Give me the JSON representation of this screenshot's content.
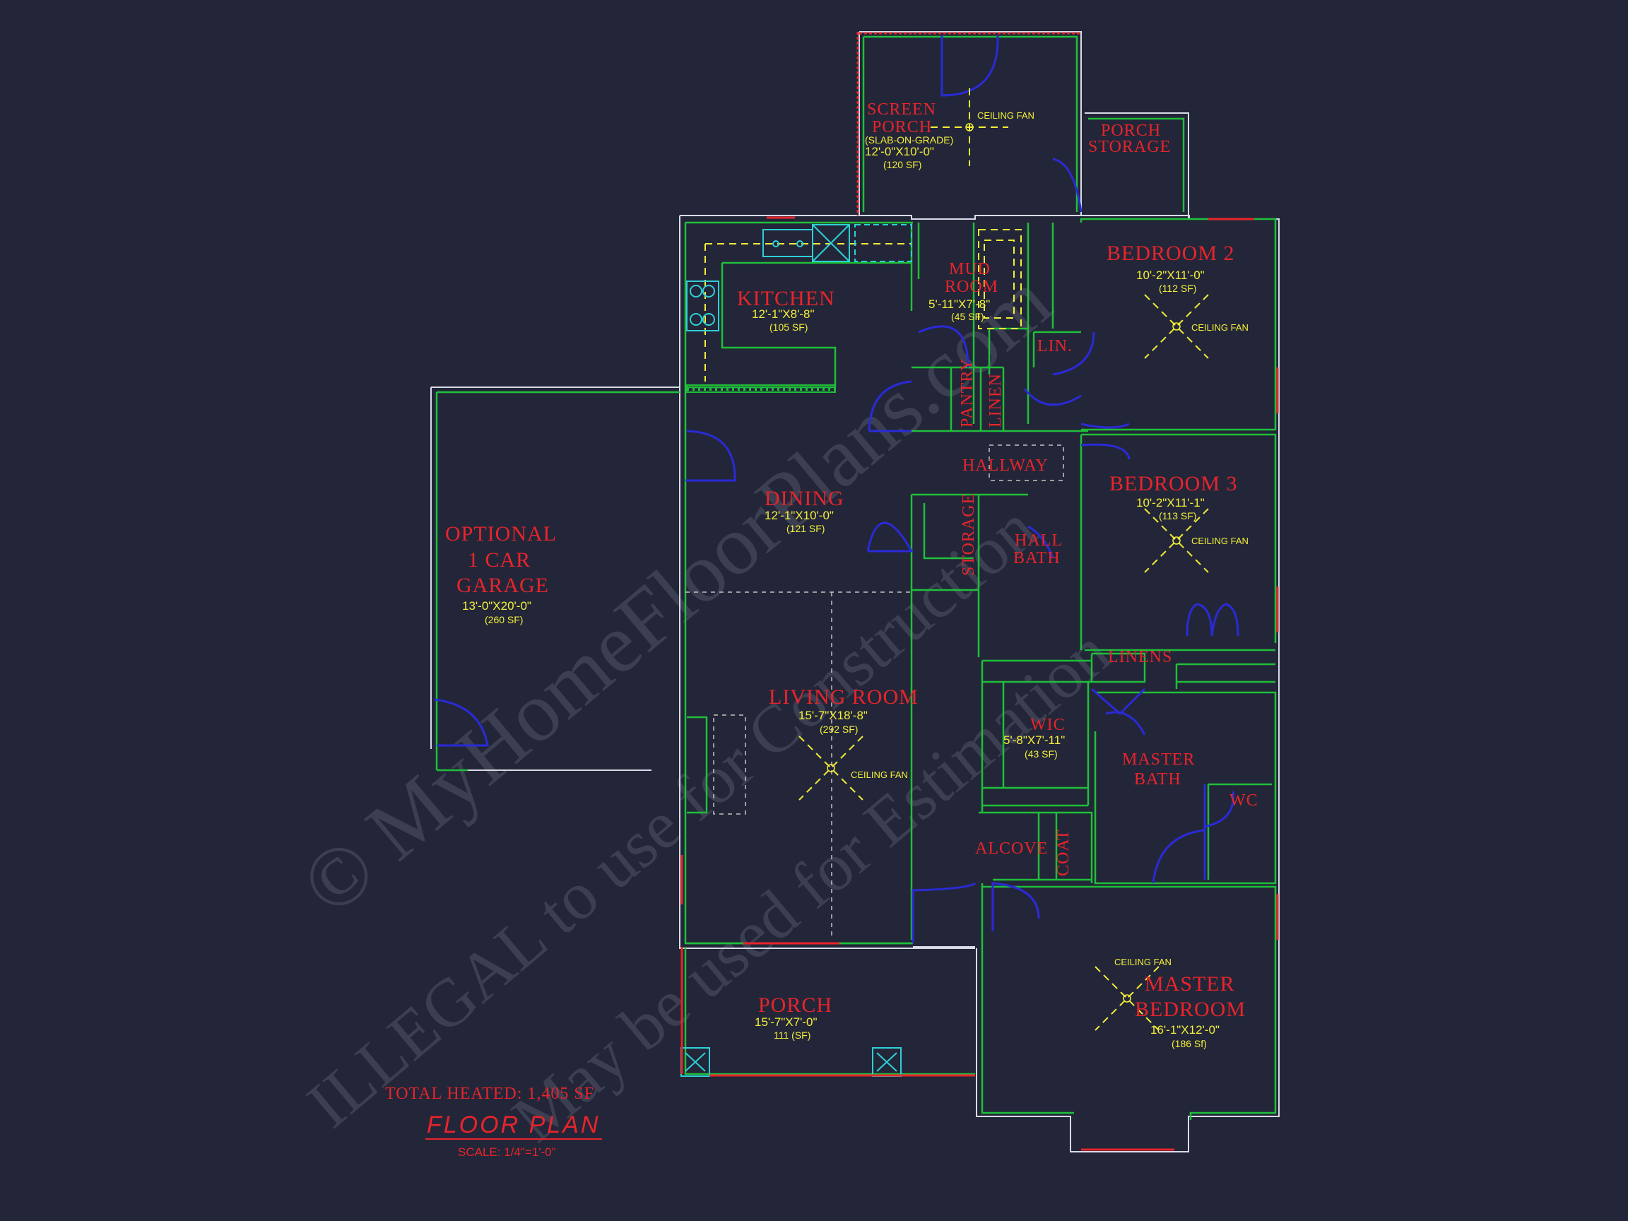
{
  "rooms": {
    "screen_porch": {
      "name1": "SCREEN",
      "name2": "PORCH",
      "note": "(SLAB-ON-GRADE)",
      "dim": "12'-0\"X10'-0\"",
      "sf": "(120 SF)"
    },
    "porch_storage": {
      "name1": "PORCH",
      "name2": "STORAGE"
    },
    "kitchen": {
      "name": "KITCHEN",
      "dim": "12'-1\"X8'-8\"",
      "sf": "(105 SF)"
    },
    "mud_room": {
      "name1": "MUD",
      "name2": "ROOM",
      "dim": "5'-11\"X7'-8\"",
      "sf": "(45 SF)"
    },
    "bedroom2": {
      "name": "BEDROOM 2",
      "dim": "10'-2\"X11'-0\"",
      "sf": "(112 SF)"
    },
    "bedroom3": {
      "name": "BEDROOM 3",
      "dim": "10'-2\"X11'-1\"",
      "sf": "(113 SF)"
    },
    "garage": {
      "name1": "OPTIONAL",
      "name2": "1 CAR",
      "name3": "GARAGE",
      "dim": "13'-0\"X20'-0\"",
      "sf": "(260 SF)"
    },
    "dining": {
      "name": "DINING",
      "dim": "12'-1\"X10'-0\"",
      "sf": "(121 SF)"
    },
    "living": {
      "name": "LIVING ROOM",
      "dim": "15'-7\"X18'-8\"",
      "sf": "(292 SF)"
    },
    "wic": {
      "name": "WIC",
      "dim": "5'-8\"X7'-11\"",
      "sf": "(43 SF)"
    },
    "master_bath": {
      "name1": "MASTER",
      "name2": "BATH"
    },
    "master_bedroom": {
      "name1": "MASTER",
      "name2": "BEDROOM",
      "dim": "16'-1\"X12'-0\"",
      "sf": "(186 Sf)"
    },
    "porch": {
      "name": "PORCH",
      "dim": "15'-7\"X7'-0\"",
      "sf": "111 (SF)"
    },
    "pantry": "PANTRY",
    "linen": "LINEN",
    "lin": "LIN.",
    "hallway": "HALLWAY",
    "storage": "STORAGE",
    "hall_bath1": "HALL",
    "hall_bath2": "BATH",
    "linens": "LINENS",
    "wc": "WC",
    "alcove": "ALCOVE",
    "coat": "COAT"
  },
  "labels": {
    "ceiling_fan": "CEILING FAN",
    "total_heated": "TOTAL HEATED: 1,405 SF",
    "plan_title": "FLOOR PLAN",
    "scale": "SCALE: 1/4\"=1'-0\""
  },
  "watermark": {
    "line1": "© MyHomeFloorPlans.com",
    "line2": "ILLEGAL to use for Construction",
    "line3": "May be used for Estimation"
  },
  "colors": {
    "background": "#232638",
    "room_text": "#e8242c",
    "dimension_text": "#f3ef3a",
    "interior_walls": "#1fbf3a",
    "exterior_walls": "#d7dbe6",
    "doors": "#2a2ad8"
  }
}
